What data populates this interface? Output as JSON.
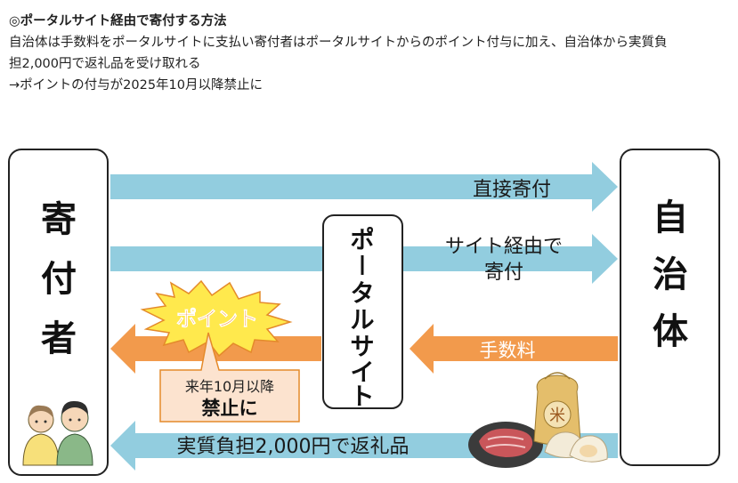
{
  "header": {
    "title": "◎ポータルサイト経由で寄付する方法",
    "line1": "自治体は手数料をポータルサイトに支払い寄付者はポータルサイトからのポイント付与に加え、自治体から実質負",
    "line2": "担2,000円で返礼品を受け取れる",
    "line3": "→ポイントの付与が2025年10月以降禁止に"
  },
  "diagram": {
    "donor_chars": [
      "寄",
      "付",
      "者"
    ],
    "municipality_chars": [
      "自",
      "治",
      "体"
    ],
    "portal_chars": [
      "ポ",
      "ー",
      "タ",
      "ル",
      "サ",
      "イ",
      "ト"
    ],
    "arrow_direct_label": "直接寄付",
    "arrow_via_portal_line1": "サイト経由で",
    "arrow_via_portal_line2": "寄付",
    "arrow_fee_label": "手数料",
    "arrow_gift_label": "実質負担2,000円で返礼品",
    "point_burst_label": "ポイント",
    "ban_note_line1": "来年10月以降",
    "ban_note_line2": "禁止に",
    "rice_bag_glyph": "米",
    "colors": {
      "blue_arrow": "#92CDDF",
      "orange_arrow": "#F29A4C",
      "burst_yellow": "#FFE94D",
      "burst_stroke": "#E48A2A",
      "note_fill": "#FCE3CF",
      "note_stroke": "#E48A2A"
    }
  }
}
